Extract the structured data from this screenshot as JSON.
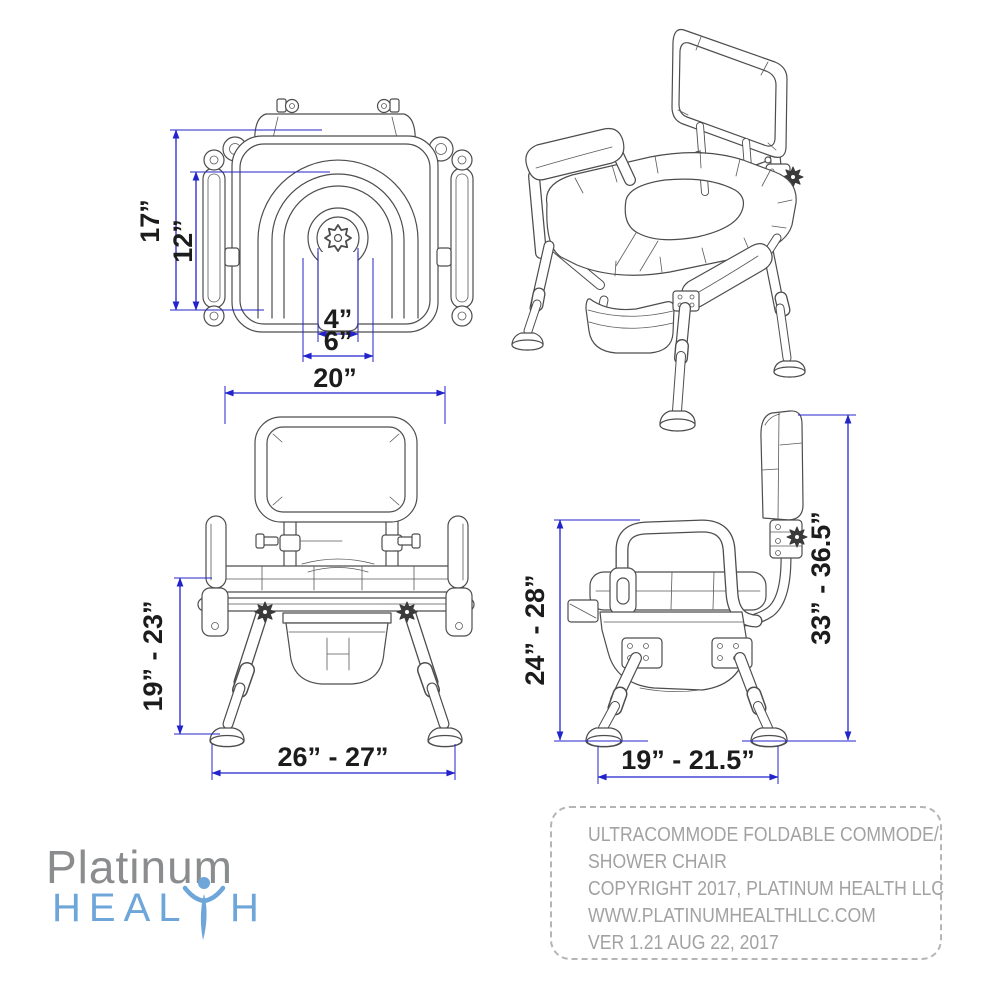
{
  "title": "UltraCommode foldable commode shower chair dimensional drawing",
  "colors": {
    "dimension_blue": "#2323cc",
    "linework_gray": "#4d4d4d",
    "dimension_label": "#1c1c1c",
    "logo_gray": "#8a8c8e",
    "logo_blue": "#6ea6da",
    "info_text_gray": "#a2a2a2"
  },
  "views": {
    "top": {
      "name": "top view",
      "dims": {
        "d17": "17”",
        "d12": "12”",
        "d4": "4”",
        "d6": "6”"
      }
    },
    "front": {
      "name": "front view",
      "dims": {
        "d20": "20”",
        "d19_23": "19” - 23”",
        "d26_27": "26” - 27”"
      }
    },
    "side": {
      "name": "side view",
      "dims": {
        "d24_28": "24” - 28”",
        "d33_36": "33” - 36.5”",
        "d19_21": "19” - 21.5”"
      }
    },
    "isometric": {
      "name": "isometric view"
    }
  },
  "logo": {
    "platinum": "Platinum",
    "heal": "HEAL",
    "h": "H"
  },
  "info_box": {
    "lines": [
      "ULTRACOMMODE FOLDABLE COMMODE/",
      "SHOWER CHAIR",
      "COPYRIGHT 2017, PLATINUM HEALTH LLC",
      "WWW.PLATINUMHEALTHLLC.COM",
      "VER 1.21 AUG 22, 2017"
    ]
  }
}
